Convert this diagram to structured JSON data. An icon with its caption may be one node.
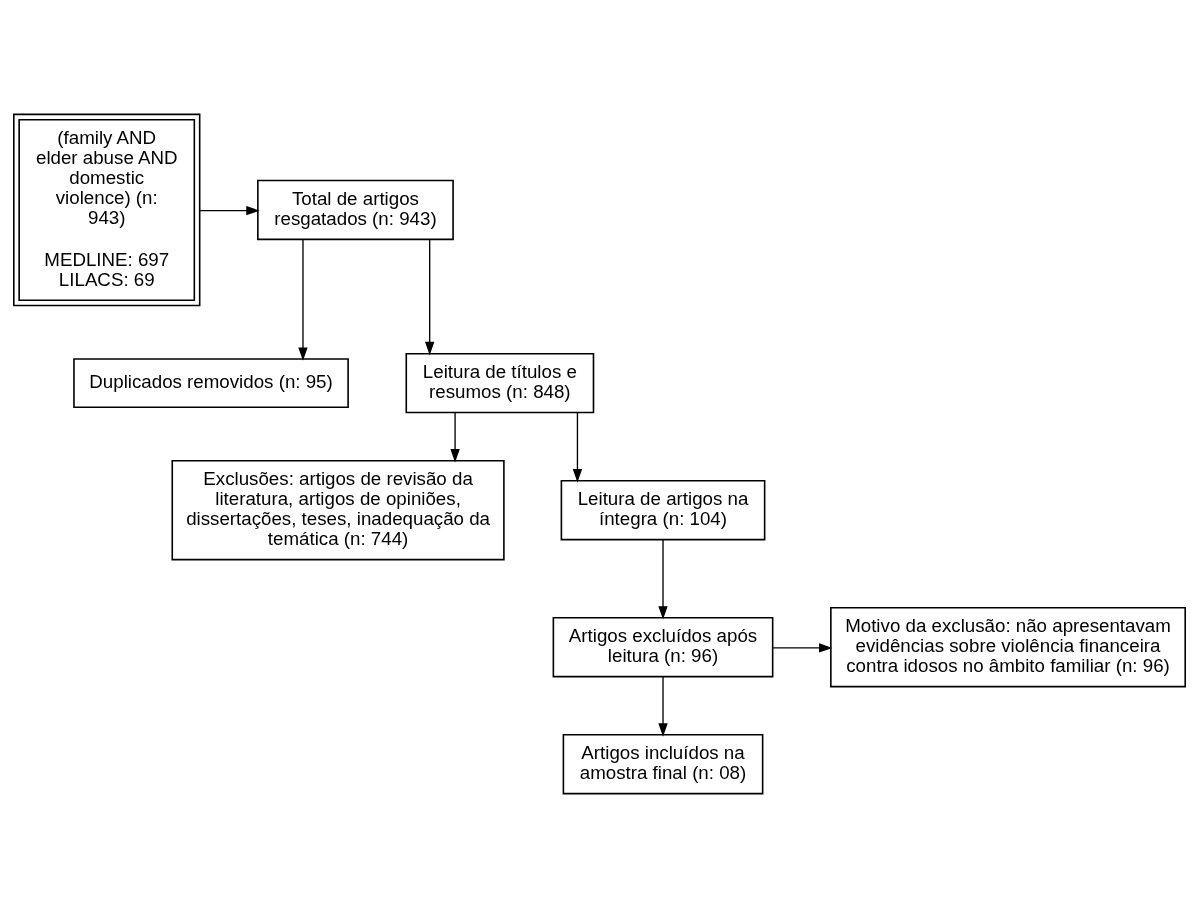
{
  "diagram": {
    "nodes": [
      {
        "text": [
          "(family AND elder abuse AND domestic violence) (n: 943)",
          "MEDLINE: 697 LILACS: 69"
        ]
      },
      {
        "text": [
          "Total de artigos resgatados (n: 943)"
        ]
      },
      {
        "text": [
          "Duplicados removidos (n: 95)"
        ]
      },
      {
        "text": [
          "Leitura de títulos e resumos (n: 848)"
        ]
      },
      {
        "text": [
          "Exclusões: artigos de revisão da literatura, artigos de opiniões, dissertações, teses, inadequação da temática (n: 744)"
        ]
      },
      {
        "text": [
          "Leitura de artigos na íntegra (n: 104)"
        ]
      },
      {
        "text": [
          "Artigos excluídos após leitura (n: 96)"
        ]
      },
      {
        "text": [
          "Motivo da exclusão: não apresentavam evidências sobre violência financeira contra idosos no âmbito familiar (n: 96)"
        ]
      },
      {
        "text": [
          "Artigos incluídos na amostra final (n: 08)"
        ]
      }
    ],
    "edges": [
      {
        "from": 0,
        "to": 1,
        "arrow": "to"
      },
      {
        "from": 1,
        "to": 3,
        "arrow": "to"
      },
      {
        "from": 1,
        "to": 2,
        "arrow": "to"
      },
      {
        "from": 3,
        "to": 5,
        "arrow": "to"
      },
      {
        "from": 3,
        "to": 4,
        "arrow": "to"
      },
      {
        "from": 5,
        "to": 6,
        "arrow": "to"
      },
      {
        "from": 6,
        "to": 7,
        "arrow": "to"
      },
      {
        "from": 6,
        "to": 8,
        "arrow": "to"
      }
    ]
  }
}
